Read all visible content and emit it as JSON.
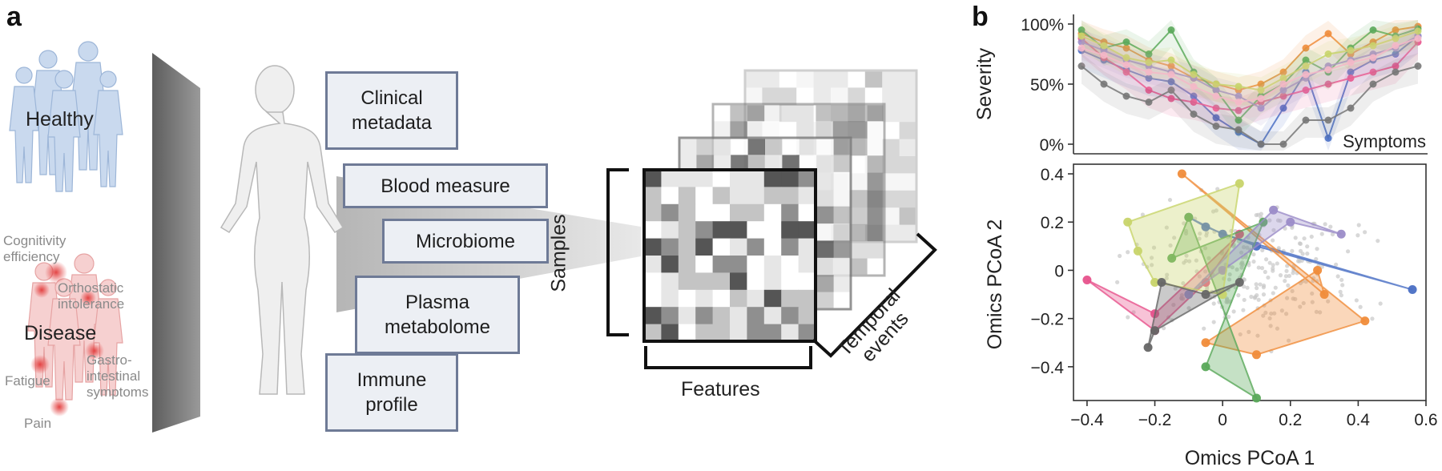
{
  "panels": {
    "a": "a",
    "b": "b"
  },
  "people": {
    "healthy_label": "Healthy",
    "disease_label": "Disease",
    "symptoms": [
      "Cognitivity\nefficiency",
      "Orthostatic\nintolerance",
      "Gastro-\nintestinal\nsymptoms",
      "Fatigue",
      "Pain"
    ]
  },
  "modalities": [
    "Clinical\nmetadata",
    "Blood measure",
    "Microbiome",
    "Plasma\nmetabolome",
    "Immune\nprofile"
  ],
  "matrix": {
    "samples_label": "Samples",
    "features_label": "Features",
    "temporal_label": "Temporal\nevents"
  },
  "colors": {
    "box_fill": "#eceff4",
    "box_border": "#6e7a96",
    "healthy_blue": "#b9cde6",
    "disease_red": "#f0b6b6",
    "series": [
      "#4a6fc4",
      "#e7528c",
      "#f08c3a",
      "#5aa95a",
      "#9b8cc8",
      "#c8d46a",
      "#777777",
      "#f4b8c8",
      "#8fd0a0",
      "#e9d37a"
    ]
  },
  "chart_data": [
    {
      "type": "line",
      "title": "",
      "xlabel": "Symptoms",
      "ylabel": "Severity",
      "ylim": [
        0,
        100
      ],
      "yticks": [
        "0%",
        "50%",
        "100%"
      ],
      "ytick_values": [
        0,
        50,
        100
      ],
      "x": [
        1,
        2,
        3,
        4,
        5,
        6,
        7,
        8,
        9,
        10,
        11,
        12,
        13,
        14,
        15,
        16
      ],
      "grid": false,
      "series": [
        {
          "color": "#4a6fc4",
          "values": [
            78,
            70,
            62,
            55,
            52,
            40,
            22,
            10,
            0,
            30,
            60,
            5,
            60,
            70,
            75,
            90
          ]
        },
        {
          "color": "#e7528c",
          "values": [
            88,
            72,
            60,
            45,
            38,
            35,
            30,
            28,
            35,
            40,
            45,
            50,
            55,
            60,
            65,
            85
          ]
        },
        {
          "color": "#f08c3a",
          "values": [
            92,
            85,
            80,
            70,
            65,
            55,
            50,
            45,
            50,
            60,
            80,
            92,
            75,
            85,
            95,
            98
          ]
        },
        {
          "color": "#5aa95a",
          "values": [
            95,
            80,
            85,
            75,
            95,
            60,
            45,
            20,
            40,
            50,
            70,
            60,
            80,
            95,
            90,
            96
          ]
        },
        {
          "color": "#9b8cc8",
          "values": [
            85,
            78,
            70,
            65,
            60,
            55,
            45,
            40,
            30,
            45,
            55,
            65,
            70,
            75,
            80,
            90
          ]
        },
        {
          "color": "#c8d46a",
          "values": [
            90,
            82,
            72,
            68,
            70,
            58,
            50,
            48,
            45,
            55,
            65,
            75,
            78,
            82,
            88,
            94
          ]
        },
        {
          "color": "#777777",
          "values": [
            65,
            50,
            40,
            35,
            45,
            25,
            15,
            12,
            0,
            0,
            20,
            20,
            30,
            50,
            60,
            65
          ]
        },
        {
          "color": "#f4b8c8",
          "values": [
            80,
            74,
            66,
            60,
            58,
            48,
            40,
            35,
            38,
            50,
            58,
            62,
            68,
            72,
            82,
            88
          ]
        }
      ]
    },
    {
      "type": "scatter",
      "title": "",
      "xlabel": "Omics PCoA 1",
      "ylabel": "Omics PCoA 2",
      "xlim": [
        -0.44,
        0.6
      ],
      "ylim": [
        -0.54,
        0.44
      ],
      "xticks": [
        -0.4,
        -0.2,
        0,
        0.2,
        0.4,
        0.6
      ],
      "xtick_labels": [
        "−0.4",
        "−0.2",
        "0",
        "0.2",
        "0.4",
        "0.6"
      ],
      "yticks": [
        -0.4,
        -0.2,
        0,
        0.2,
        0.4
      ],
      "ytick_labels": [
        "−0.4",
        "−0.2",
        "0",
        "0.2",
        "0.4"
      ],
      "grid": false,
      "groups": [
        {
          "color": "#4a6fc4",
          "points": [
            [
              -0.1,
              0.22
            ],
            [
              0.0,
              0.15
            ],
            [
              0.56,
              -0.08
            ],
            [
              0.1,
              0.1
            ],
            [
              -0.05,
              0.18
            ]
          ]
        },
        {
          "color": "#e7528c",
          "points": [
            [
              -0.4,
              -0.04
            ],
            [
              -0.2,
              -0.25
            ],
            [
              -0.05,
              -0.05
            ],
            [
              0.05,
              0.15
            ],
            [
              -0.2,
              -0.18
            ]
          ]
        },
        {
          "color": "#f08c3a",
          "points": [
            [
              -0.12,
              0.4
            ],
            [
              0.42,
              -0.21
            ],
            [
              0.1,
              -0.35
            ],
            [
              -0.05,
              -0.3
            ],
            [
              0.28,
              0.0
            ],
            [
              0.3,
              -0.1
            ]
          ]
        },
        {
          "color": "#5aa95a",
          "points": [
            [
              -0.1,
              0.22
            ],
            [
              0.1,
              -0.53
            ],
            [
              -0.05,
              -0.4
            ],
            [
              0.12,
              0.2
            ],
            [
              -0.15,
              0.05
            ]
          ]
        },
        {
          "color": "#9b8cc8",
          "points": [
            [
              0.35,
              0.15
            ],
            [
              0.2,
              0.2
            ],
            [
              0.0,
              0.0
            ],
            [
              -0.1,
              -0.1
            ],
            [
              0.15,
              0.25
            ]
          ]
        },
        {
          "color": "#c8d46a",
          "points": [
            [
              -0.28,
              0.2
            ],
            [
              0.05,
              0.36
            ],
            [
              0.0,
              -0.1
            ],
            [
              -0.2,
              -0.05
            ],
            [
              -0.25,
              0.08
            ]
          ]
        },
        {
          "color": "#666666",
          "points": [
            [
              -0.22,
              -0.32
            ],
            [
              -0.18,
              -0.05
            ],
            [
              -0.05,
              -0.1
            ],
            [
              0.05,
              -0.05
            ],
            [
              -0.2,
              -0.25
            ]
          ]
        }
      ]
    }
  ]
}
